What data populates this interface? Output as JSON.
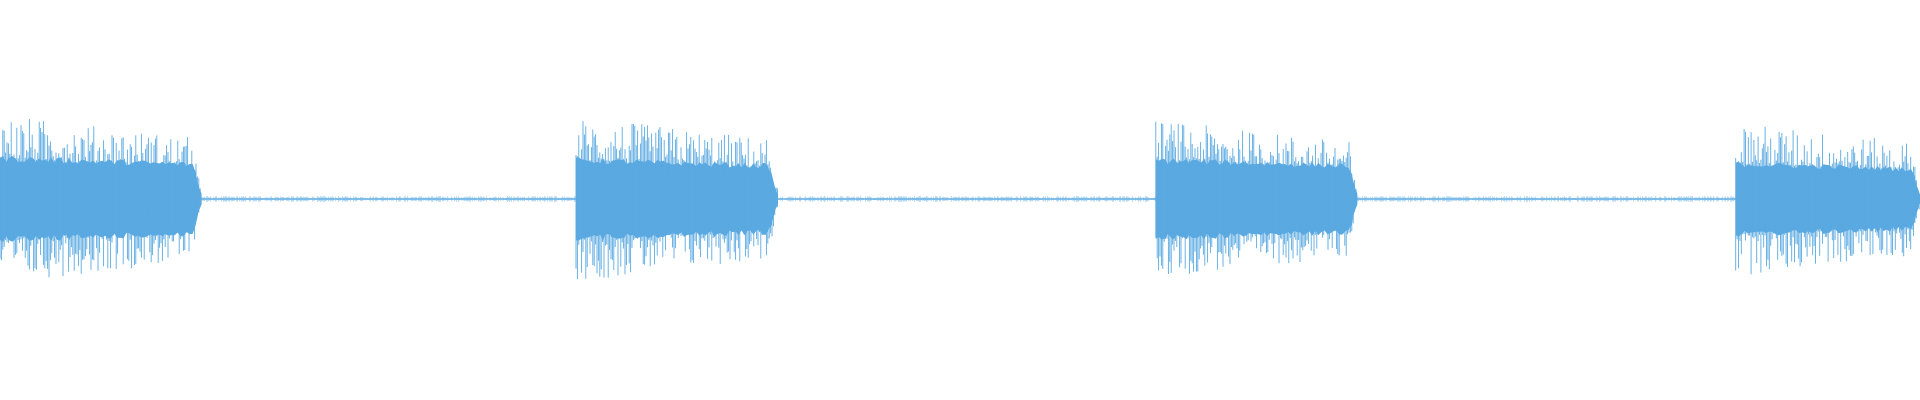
{
  "waveform": {
    "color": "#5aa9e1",
    "background": "#ffffff",
    "bursts": [
      {
        "start": 0.0,
        "end": 0.105,
        "peak": 0.92,
        "body": 0.44
      },
      {
        "start": 0.3,
        "end": 0.405,
        "peak": 0.9,
        "body": 0.42
      },
      {
        "start": 0.602,
        "end": 0.707,
        "peak": 0.86,
        "body": 0.42
      },
      {
        "start": 0.904,
        "end": 1.0,
        "peak": 0.84,
        "body": 0.38
      }
    ],
    "noise_floor": 0.025
  }
}
